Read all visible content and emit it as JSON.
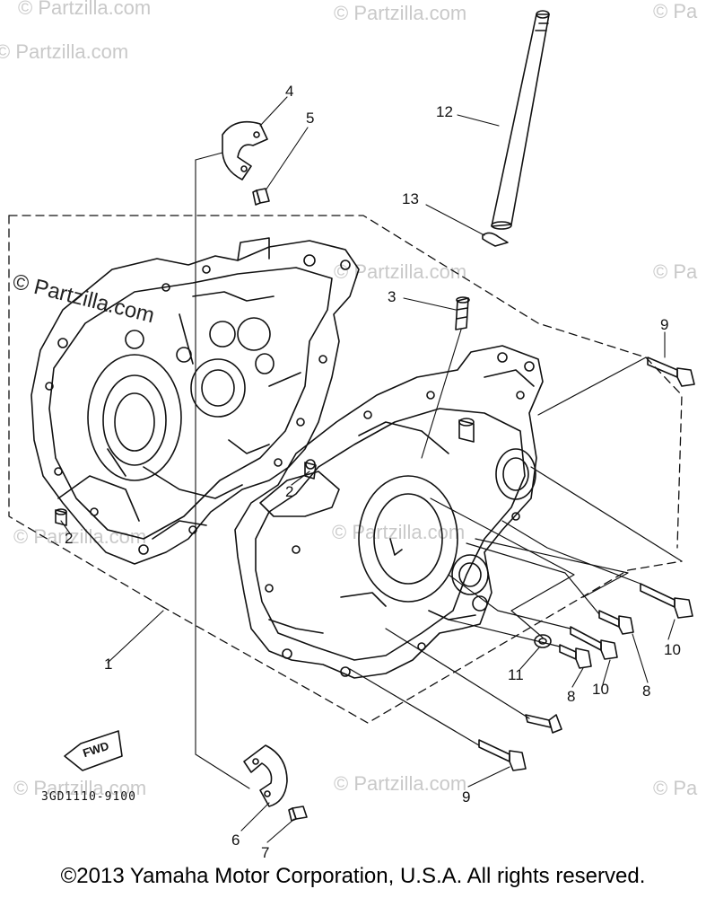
{
  "watermarks": [
    {
      "id": "wm1",
      "text": "© Partzilla.com"
    },
    {
      "id": "wm2",
      "text": "© Partzilla.com"
    },
    {
      "id": "wm3",
      "text": "© Partzilla.com"
    },
    {
      "id": "wm4",
      "text": "© Partzilla.com"
    },
    {
      "id": "wm5",
      "text": "© Partzilla.com"
    },
    {
      "id": "wm6",
      "text": "© Partzilla.com"
    },
    {
      "id": "wm7",
      "text": "© Partzilla.com"
    },
    {
      "id": "wm8",
      "text": "© Partzilla.com"
    },
    {
      "id": "wm9",
      "text": "© Partzilla.com"
    },
    {
      "id": "wm10",
      "text": "© Pa"
    },
    {
      "id": "wm11",
      "text": "© Pa"
    },
    {
      "id": "wm12",
      "text": "© Pa"
    }
  ],
  "callouts": {
    "c1": "1",
    "c2a": "2",
    "c2b": "2",
    "c3": "3",
    "c4": "4",
    "c5": "5",
    "c6": "6",
    "c7": "7",
    "c8a": "8",
    "c8b": "8",
    "c9a": "9",
    "c9b": "9",
    "c10a": "10",
    "c10b": "10",
    "c11": "11",
    "c12": "12",
    "c13": "13"
  },
  "fwd_label": "FWD",
  "part_code": "3GD1110-9100",
  "copyright": "©2013  Yamaha Motor Corporation, U.S.A. All rights reserved."
}
